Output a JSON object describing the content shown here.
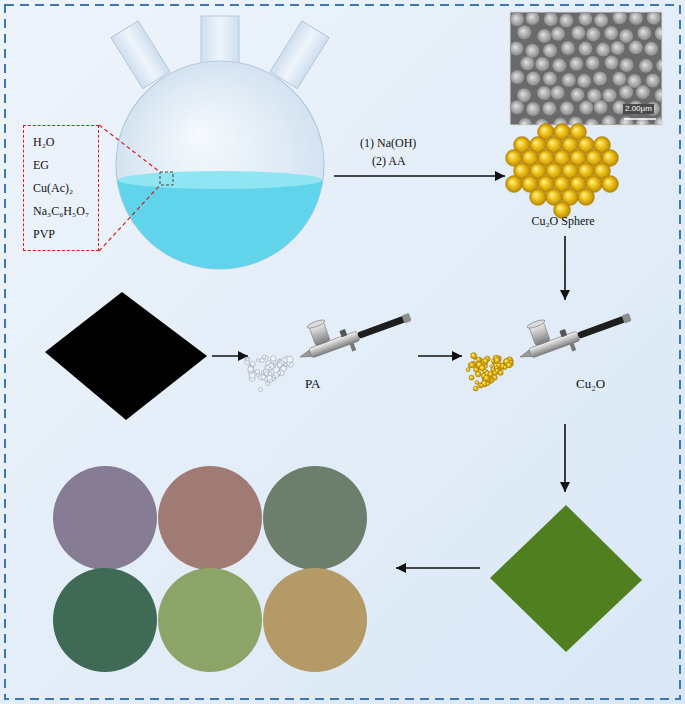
{
  "diagram": {
    "nodes": [
      {
        "text": [
          "H₂O",
          "EG",
          "Cu(Ac)₂",
          "Na₃C₆H₅O₇",
          "PVP"
        ]
      },
      {
        "text": [
          "2.00μm",
          "Cu₂O Sphere"
        ]
      },
      {
        "text": [
          "PA"
        ]
      },
      {
        "text": [
          "Cu₂O"
        ]
      }
    ],
    "edges": [
      {
        "from": 0,
        "to": 1,
        "arrow": "to",
        "label": "(1) Na(OH)"
      },
      {
        "from": 1,
        "to": 3,
        "arrow": "to"
      },
      {
        "from": 2,
        "to": 3,
        "arrow": "to"
      }
    ],
    "labels": [
      "(2) AA"
    ]
  }
}
